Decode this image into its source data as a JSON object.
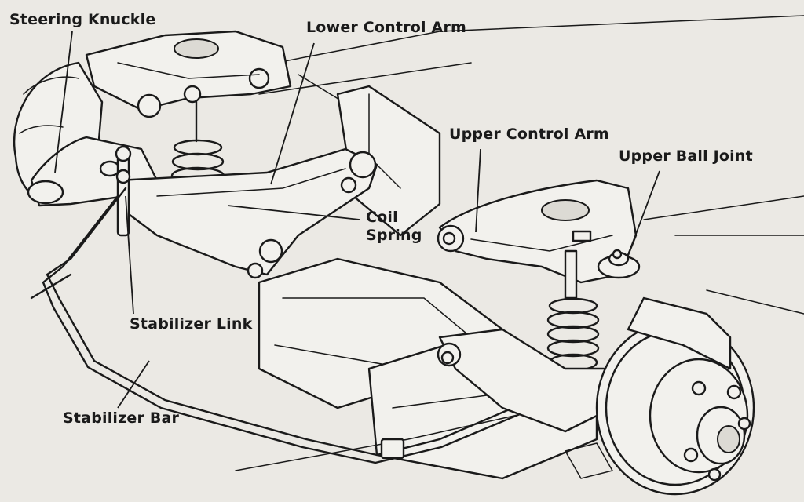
{
  "labels": {
    "steering_knuckle": "Steering Knuckle",
    "lower_control_arm": "Lower Control Arm",
    "upper_control_arm": "Upper Control Arm",
    "upper_ball_joint": "Upper Ball Joint",
    "coil_spring": "Coil\nSpring",
    "stabilizer_link": "Stabilizer Link",
    "stabilizer_bar": "Stabilizer Bar"
  }
}
